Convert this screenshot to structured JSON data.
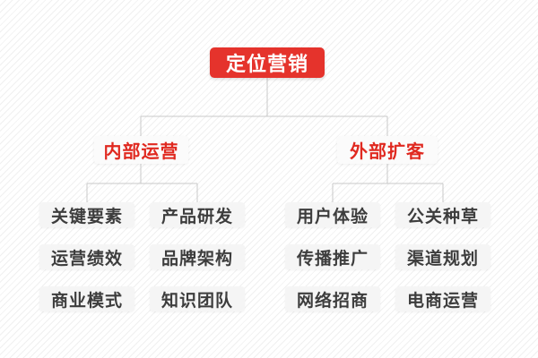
{
  "root": {
    "label": "定位营销"
  },
  "branches": [
    {
      "label": "内部运营",
      "children": [
        "关键要素",
        "产品研发",
        "运营绩效",
        "品牌架构",
        "商业模式",
        "知识团队"
      ]
    },
    {
      "label": "外部扩客",
      "children": [
        "用户体验",
        "公关种草",
        "传播推广",
        "渠道规划",
        "网络招商",
        "电商运营"
      ]
    }
  ],
  "colors": {
    "root_bg": "#e5332c",
    "root_text": "#ffffff",
    "branch_text": "#e02920",
    "leaf_text": "#3d3d3d",
    "node_bg": "#f5f5f5",
    "connector": "#c9c9c9",
    "background": "#ffffff",
    "stripe": "#f0f0f0"
  }
}
